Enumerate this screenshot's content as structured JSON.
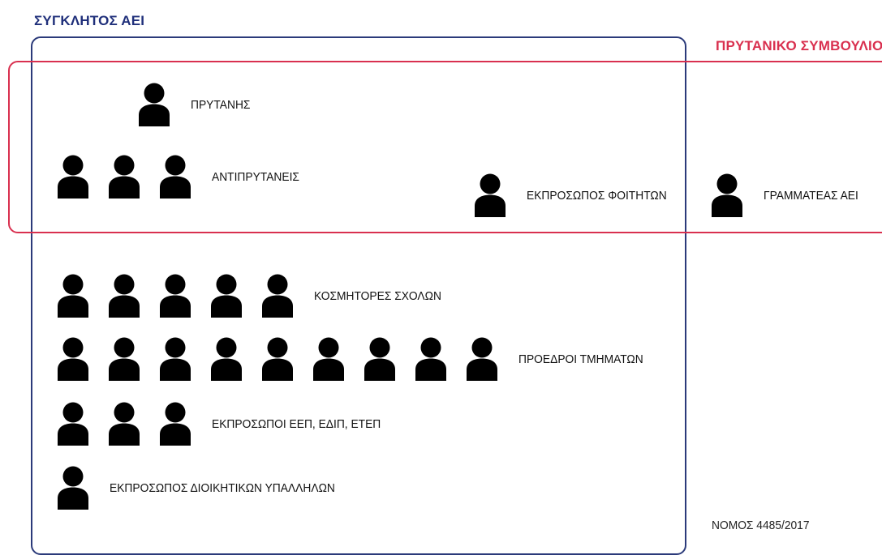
{
  "titles": {
    "senate": "ΣΥΓΚΛΗΤΟΣ ΑΕΙ",
    "council": "ΠΡΥΤΑΝΙΚΟ ΣΥΜΒΟΥΛΙΟ"
  },
  "colors": {
    "senate": "#1f2f7a",
    "council": "#d9304f",
    "icon": "#000000"
  },
  "groups": [
    {
      "id": "rector",
      "label": "ΠΡΥΤΑΝΗΣ",
      "count": 1
    },
    {
      "id": "vice-rectors",
      "label": "ΑΝΤΙΠΡΥΤΑΝΕΙΣ",
      "count": 3
    },
    {
      "id": "student-rep",
      "label": "ΕΚΠΡΟΣΩΠΟΣ ΦΟΙΤΗΤΩΝ",
      "count": 1
    },
    {
      "id": "secretary",
      "label": "ΓΡΑΜΜΑΤΕΑΣ ΑΕΙ",
      "count": 1
    },
    {
      "id": "deans",
      "label": "ΚΟΣΜΗΤΟΡΕΣ ΣΧΟΛΩΝ",
      "count": 5
    },
    {
      "id": "dept-heads",
      "label": "ΠΡΟΕΔΡΟΙ ΤΜΗΜΑΤΩΝ",
      "count": 9
    },
    {
      "id": "staff-reps",
      "label": "ΕΚΠΡΟΣΩΠΟΙ ΕΕΠ, ΕΔΙΠ, ΕΤΕΠ",
      "count": 3
    },
    {
      "id": "admin-rep",
      "label": "ΕΚΠΡΟΣΩΠΟΣ ΔΙΟΙΚΗΤΙΚΩΝ ΥΠΑΛΛΗΛΩΝ",
      "count": 1
    }
  ],
  "icon_name": "person-icon",
  "footer": {
    "law": "ΝΟΜΟΣ 4485/2017"
  }
}
